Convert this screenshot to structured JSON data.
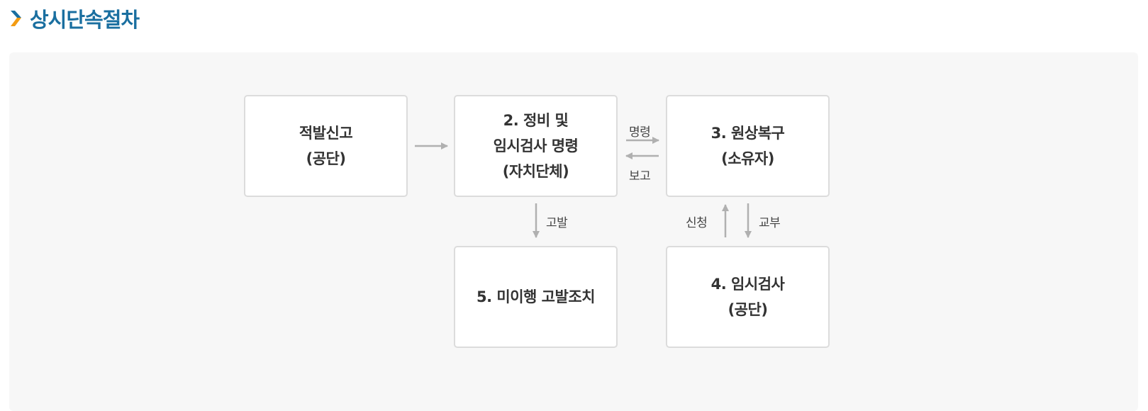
{
  "header": {
    "title": "상시단속절차",
    "icon": "chevron-right-icon",
    "icon_colors": [
      "#1a6fa0",
      "#f39c12"
    ]
  },
  "colors": {
    "title": "#1a6fa0",
    "panel_bg": "#f7f7f7",
    "box_border": "#dcdcdc",
    "arrow": "#b0b0b0"
  },
  "boxes": {
    "report": {
      "line1": "적발신고",
      "line2": "(공단)"
    },
    "order": {
      "line1": "2. 정비 및",
      "line2": "임시검사 명령",
      "line3": "(자치단체)"
    },
    "restore": {
      "line1": "3. 원상복구",
      "line2": "(소유자)"
    },
    "inspection": {
      "line1": "4. 임시검사",
      "line2": "(공단)"
    },
    "accusation": {
      "line1": "5. 미이행 고발조치"
    }
  },
  "labels": {
    "order_to_restore": "명령",
    "restore_to_order": "보고",
    "accuse": "고발",
    "apply": "신청",
    "issue": "교부"
  }
}
